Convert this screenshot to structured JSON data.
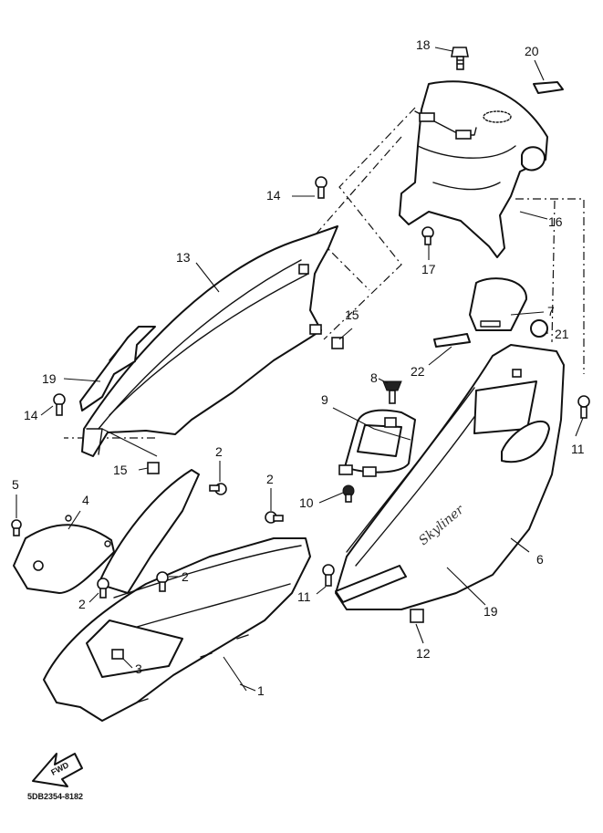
{
  "diagram": {
    "callouts": {
      "c1": "1",
      "c2a": "2",
      "c2b": "2",
      "c2c": "2",
      "c2d": "2",
      "c3": "3",
      "c4": "4",
      "c5": "5",
      "c6": "6",
      "c7": "7",
      "c8": "8",
      "c9": "9",
      "c10": "10",
      "c11a": "11",
      "c11b": "11",
      "c12": "12",
      "c13": "13",
      "c14a": "14",
      "c14b": "14",
      "c15a": "15",
      "c15b": "15",
      "c16": "16",
      "c17": "17",
      "c18": "18",
      "c19a": "19",
      "c19b": "19",
      "c20": "20",
      "c21": "21",
      "c22": "22"
    },
    "brand_logo_text": "Skyliner",
    "fwd_label": "FWD",
    "drawing_code": "5DB2354-8182"
  }
}
